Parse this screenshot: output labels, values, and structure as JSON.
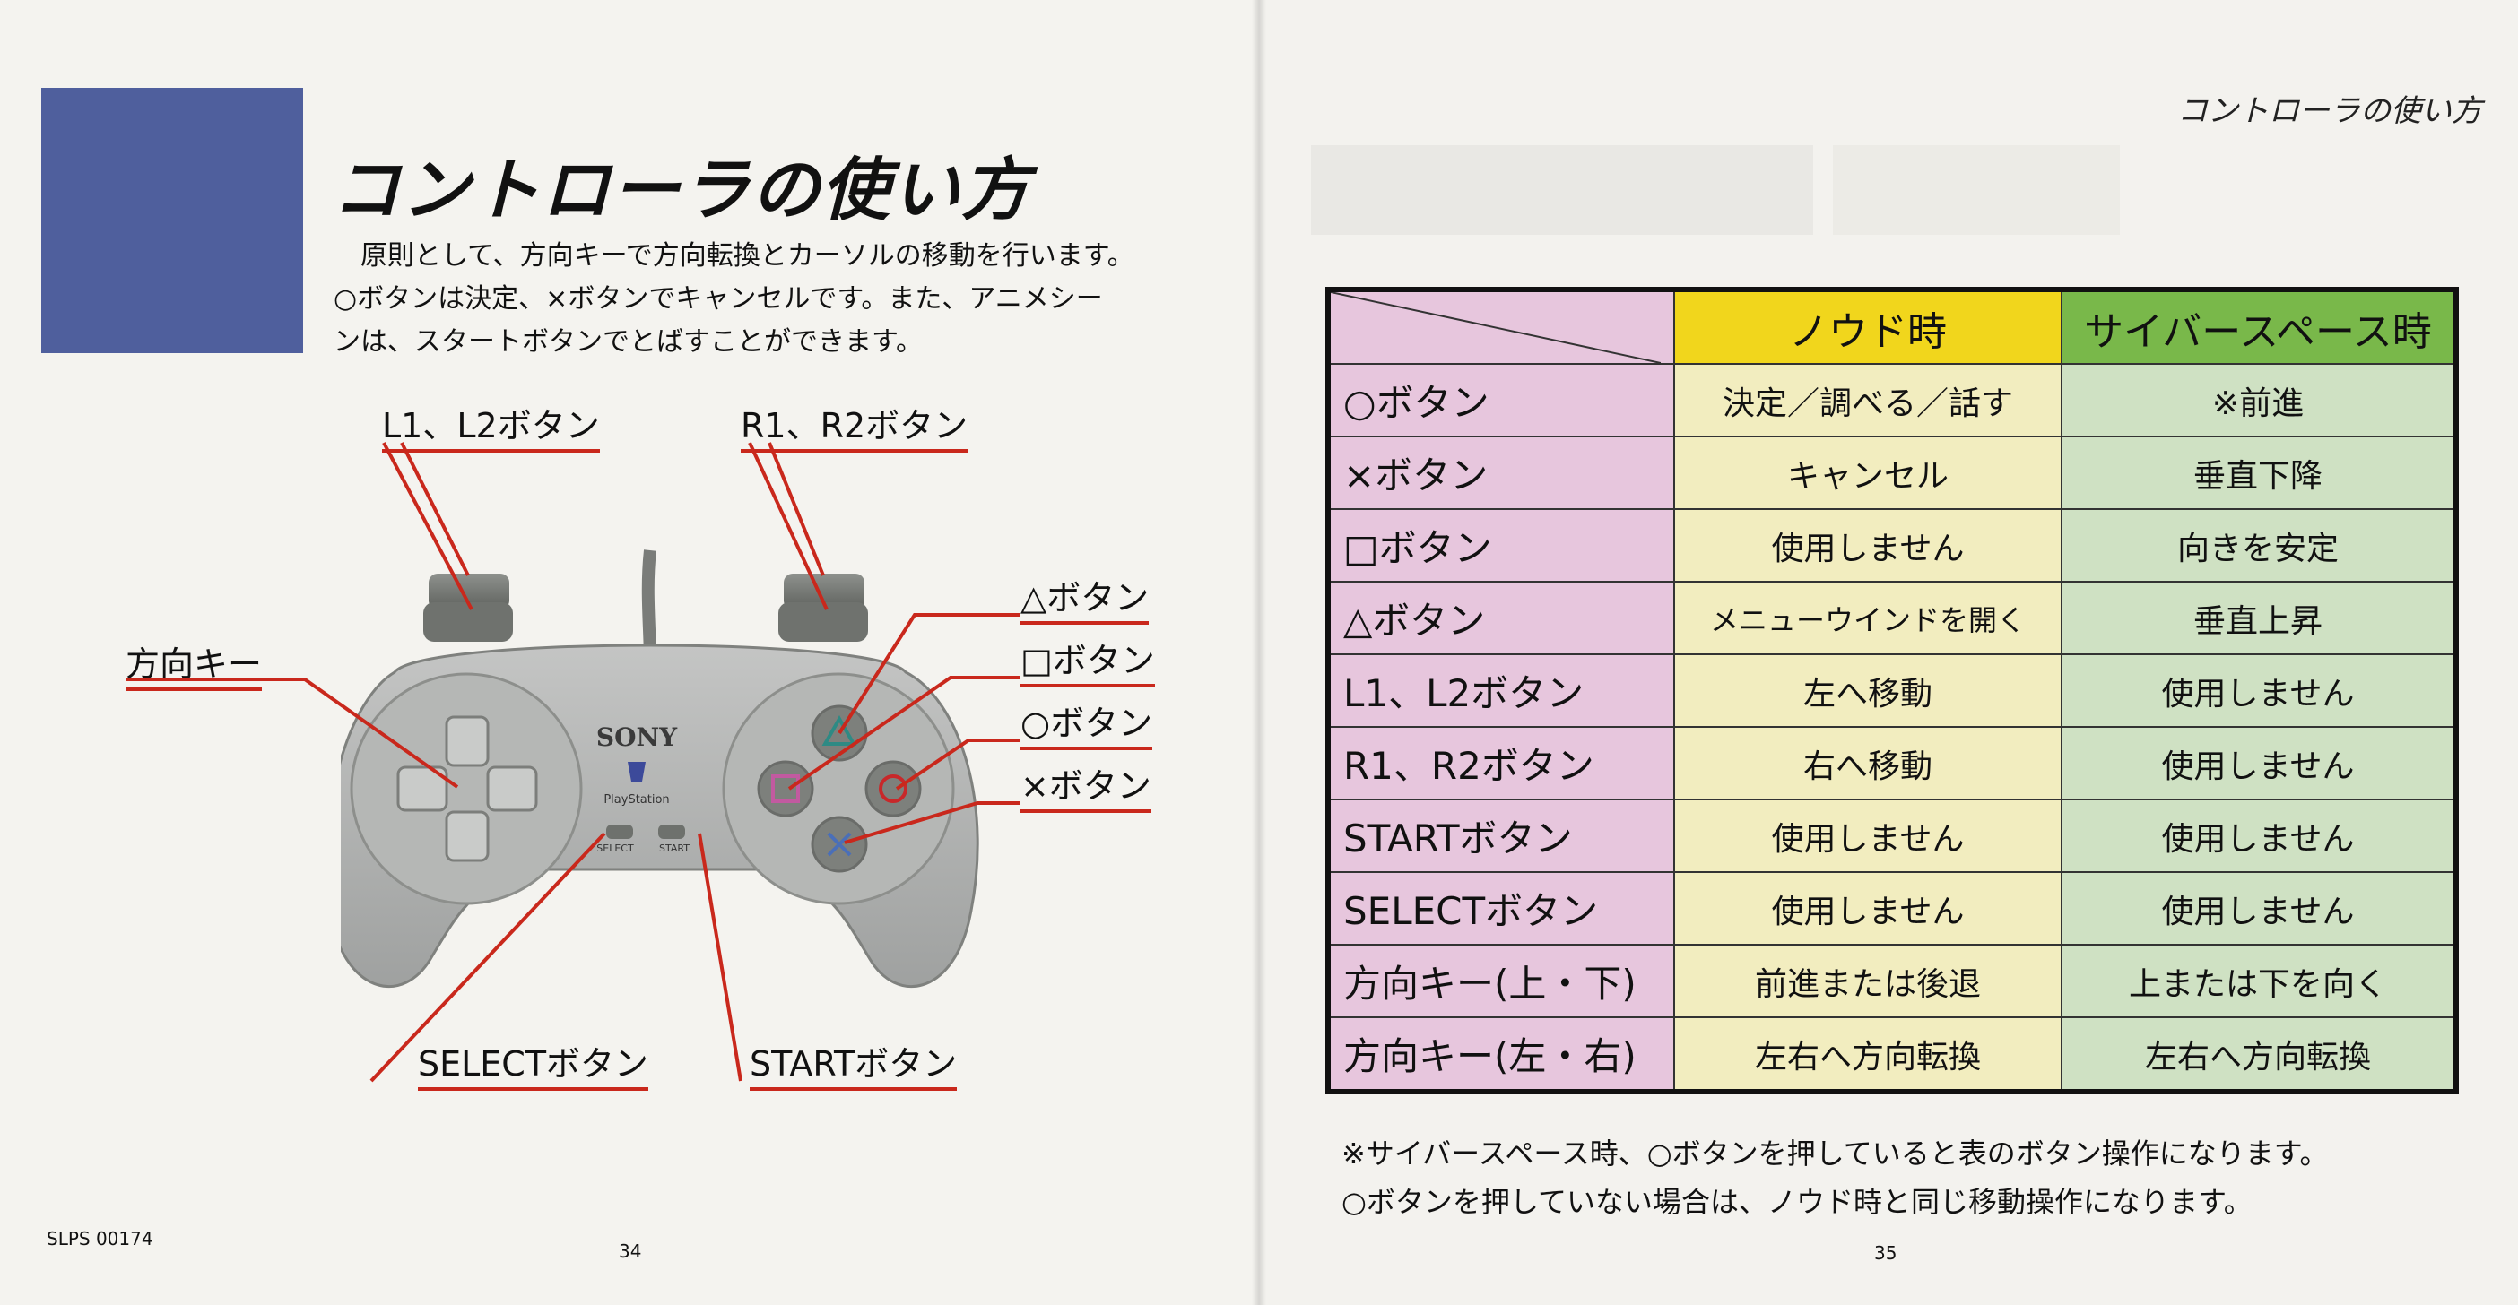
{
  "left_page": {
    "title": "コントローラの使い方",
    "intro": [
      "原則として、方向キーで方向転換とカーソルの移動を行います。",
      "○ボタンは決定、×ボタンでキャンセルです。また、アニメシー",
      "ンは、スタートボタンでとばすことができます。"
    ],
    "labels": {
      "l1l2": "L1、L2ボタン",
      "r1r2": "R1、R2ボタン",
      "dpad": "方向キー",
      "triangle": "△ボタン",
      "square": "□ボタン",
      "circle": "○ボタン",
      "cross": "×ボタン",
      "select": "SELECTボタン",
      "start": "STARTボタン"
    },
    "controller": {
      "brand": "SONY",
      "logo_text": "PlayStation",
      "select_text": "SELECT",
      "start_text": "START"
    },
    "product_code": "SLPS 00174",
    "page_number": "34"
  },
  "right_page": {
    "running_head": "コントローラの使い方",
    "table": {
      "headers": [
        "",
        "ノウド時",
        "サイバースペース時"
      ],
      "rows": [
        [
          "○ボタン",
          "決定／調べる／話す",
          "※前進"
        ],
        [
          "×ボタン",
          "キャンセル",
          "垂直下降"
        ],
        [
          "□ボタン",
          "使用しません",
          "向きを安定"
        ],
        [
          "△ボタン",
          "メニューウインドを開く",
          "垂直上昇"
        ],
        [
          "L1、L2ボタン",
          "左へ移動",
          "使用しません"
        ],
        [
          "R1、R2ボタン",
          "右へ移動",
          "使用しません"
        ],
        [
          "STARTボタン",
          "使用しません",
          "使用しません"
        ],
        [
          "SELECTボタン",
          "使用しません",
          "使用しません"
        ],
        [
          "方向キー(上・下)",
          "前進または後退",
          "上または下を向く"
        ],
        [
          "方向キー(左・右)",
          "左右へ方向転換",
          "左右へ方向転換"
        ]
      ]
    },
    "notes": [
      "※サイバースペース時、○ボタンを押していると表のボタン操作になります。",
      "○ボタンを押していない場合は、ノウド時と同じ移動操作になります。"
    ],
    "page_number": "35"
  },
  "colors": {
    "accent_red": "#c9281c",
    "blue_block": "#4f5f9d",
    "header_yellow": "#f1d61c",
    "header_green": "#79b84a",
    "col1_pink": "#e7c6dd",
    "col2_cream": "#f2edbf",
    "col3_green": "#cfe1c3"
  }
}
